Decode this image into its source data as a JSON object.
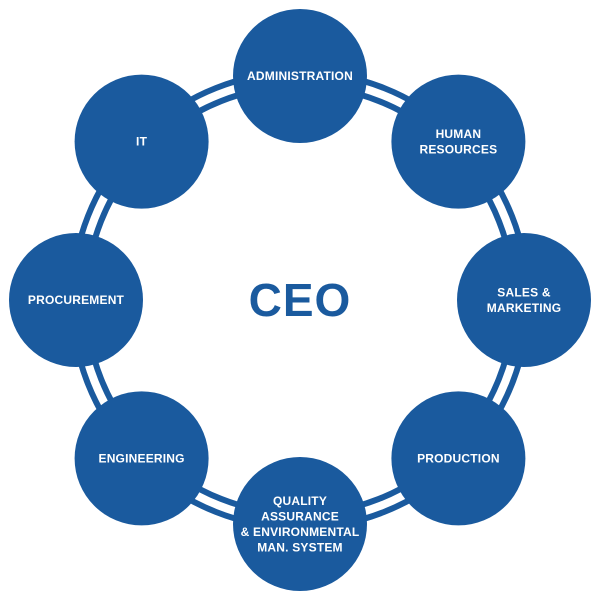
{
  "center": {
    "label": "CEO"
  },
  "nodes": [
    {
      "id": "administration",
      "lines": [
        "ADMINISTRATION"
      ]
    },
    {
      "id": "human-resources",
      "lines": [
        "HUMAN",
        "RESOURCES"
      ]
    },
    {
      "id": "sales-marketing",
      "lines": [
        "SALES &",
        "MARKETING"
      ]
    },
    {
      "id": "production",
      "lines": [
        "PRODUCTION"
      ]
    },
    {
      "id": "quality-assurance",
      "lines": [
        "QUALITY",
        "ASSURANCE",
        "& ENVIRONMENTAL",
        "MAN. SYSTEM"
      ]
    },
    {
      "id": "engineering",
      "lines": [
        "ENGINEERING"
      ]
    },
    {
      "id": "procurement",
      "lines": [
        "PROCUREMENT"
      ]
    },
    {
      "id": "it",
      "lines": [
        "IT"
      ]
    }
  ],
  "colors": {
    "primary": "#1a5a9e",
    "node_text": "#ffffff",
    "background": "#ffffff"
  }
}
